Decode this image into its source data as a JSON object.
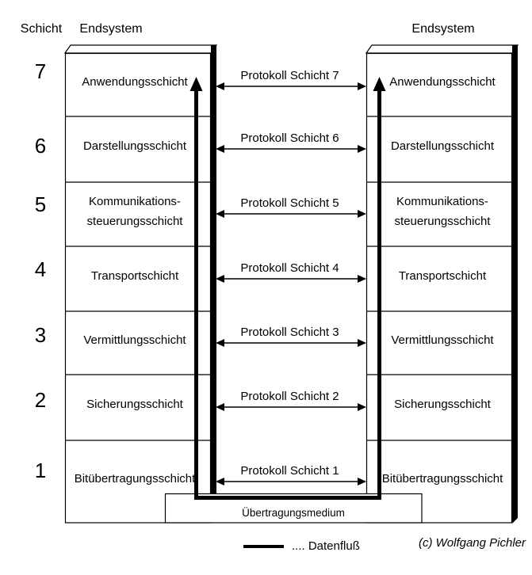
{
  "headers": {
    "schicht": "Schicht",
    "endsystem_left": "Endsystem",
    "endsystem_right": "Endsystem"
  },
  "layers": [
    {
      "num": "7",
      "name": "Anwendungsschicht",
      "protocol": "Protokoll Schicht 7"
    },
    {
      "num": "6",
      "name": "Darstellungsschicht",
      "protocol": "Protokoll Schicht 6"
    },
    {
      "num": "5",
      "name": "Kommunikations-\nsteuerungsschicht",
      "protocol": "Protokoll Schicht 5"
    },
    {
      "num": "4",
      "name": "Transportschicht",
      "protocol": "Protokoll Schicht 4"
    },
    {
      "num": "3",
      "name": "Vermittlungsschicht",
      "protocol": "Protokoll Schicht 3"
    },
    {
      "num": "2",
      "name": "Sicherungsschicht",
      "protocol": "Protokoll Schicht 2"
    },
    {
      "num": "1",
      "name": "Bitübertragungsschicht",
      "protocol": "Protokoll Schicht 1"
    }
  ],
  "medium_label": "Übertragungsmedium",
  "legend": {
    "label": ".... Datenfluß"
  },
  "copyright": "(c) Wolfgang Pichler",
  "colors": {
    "ink": "#000000",
    "background": "#ffffff"
  }
}
